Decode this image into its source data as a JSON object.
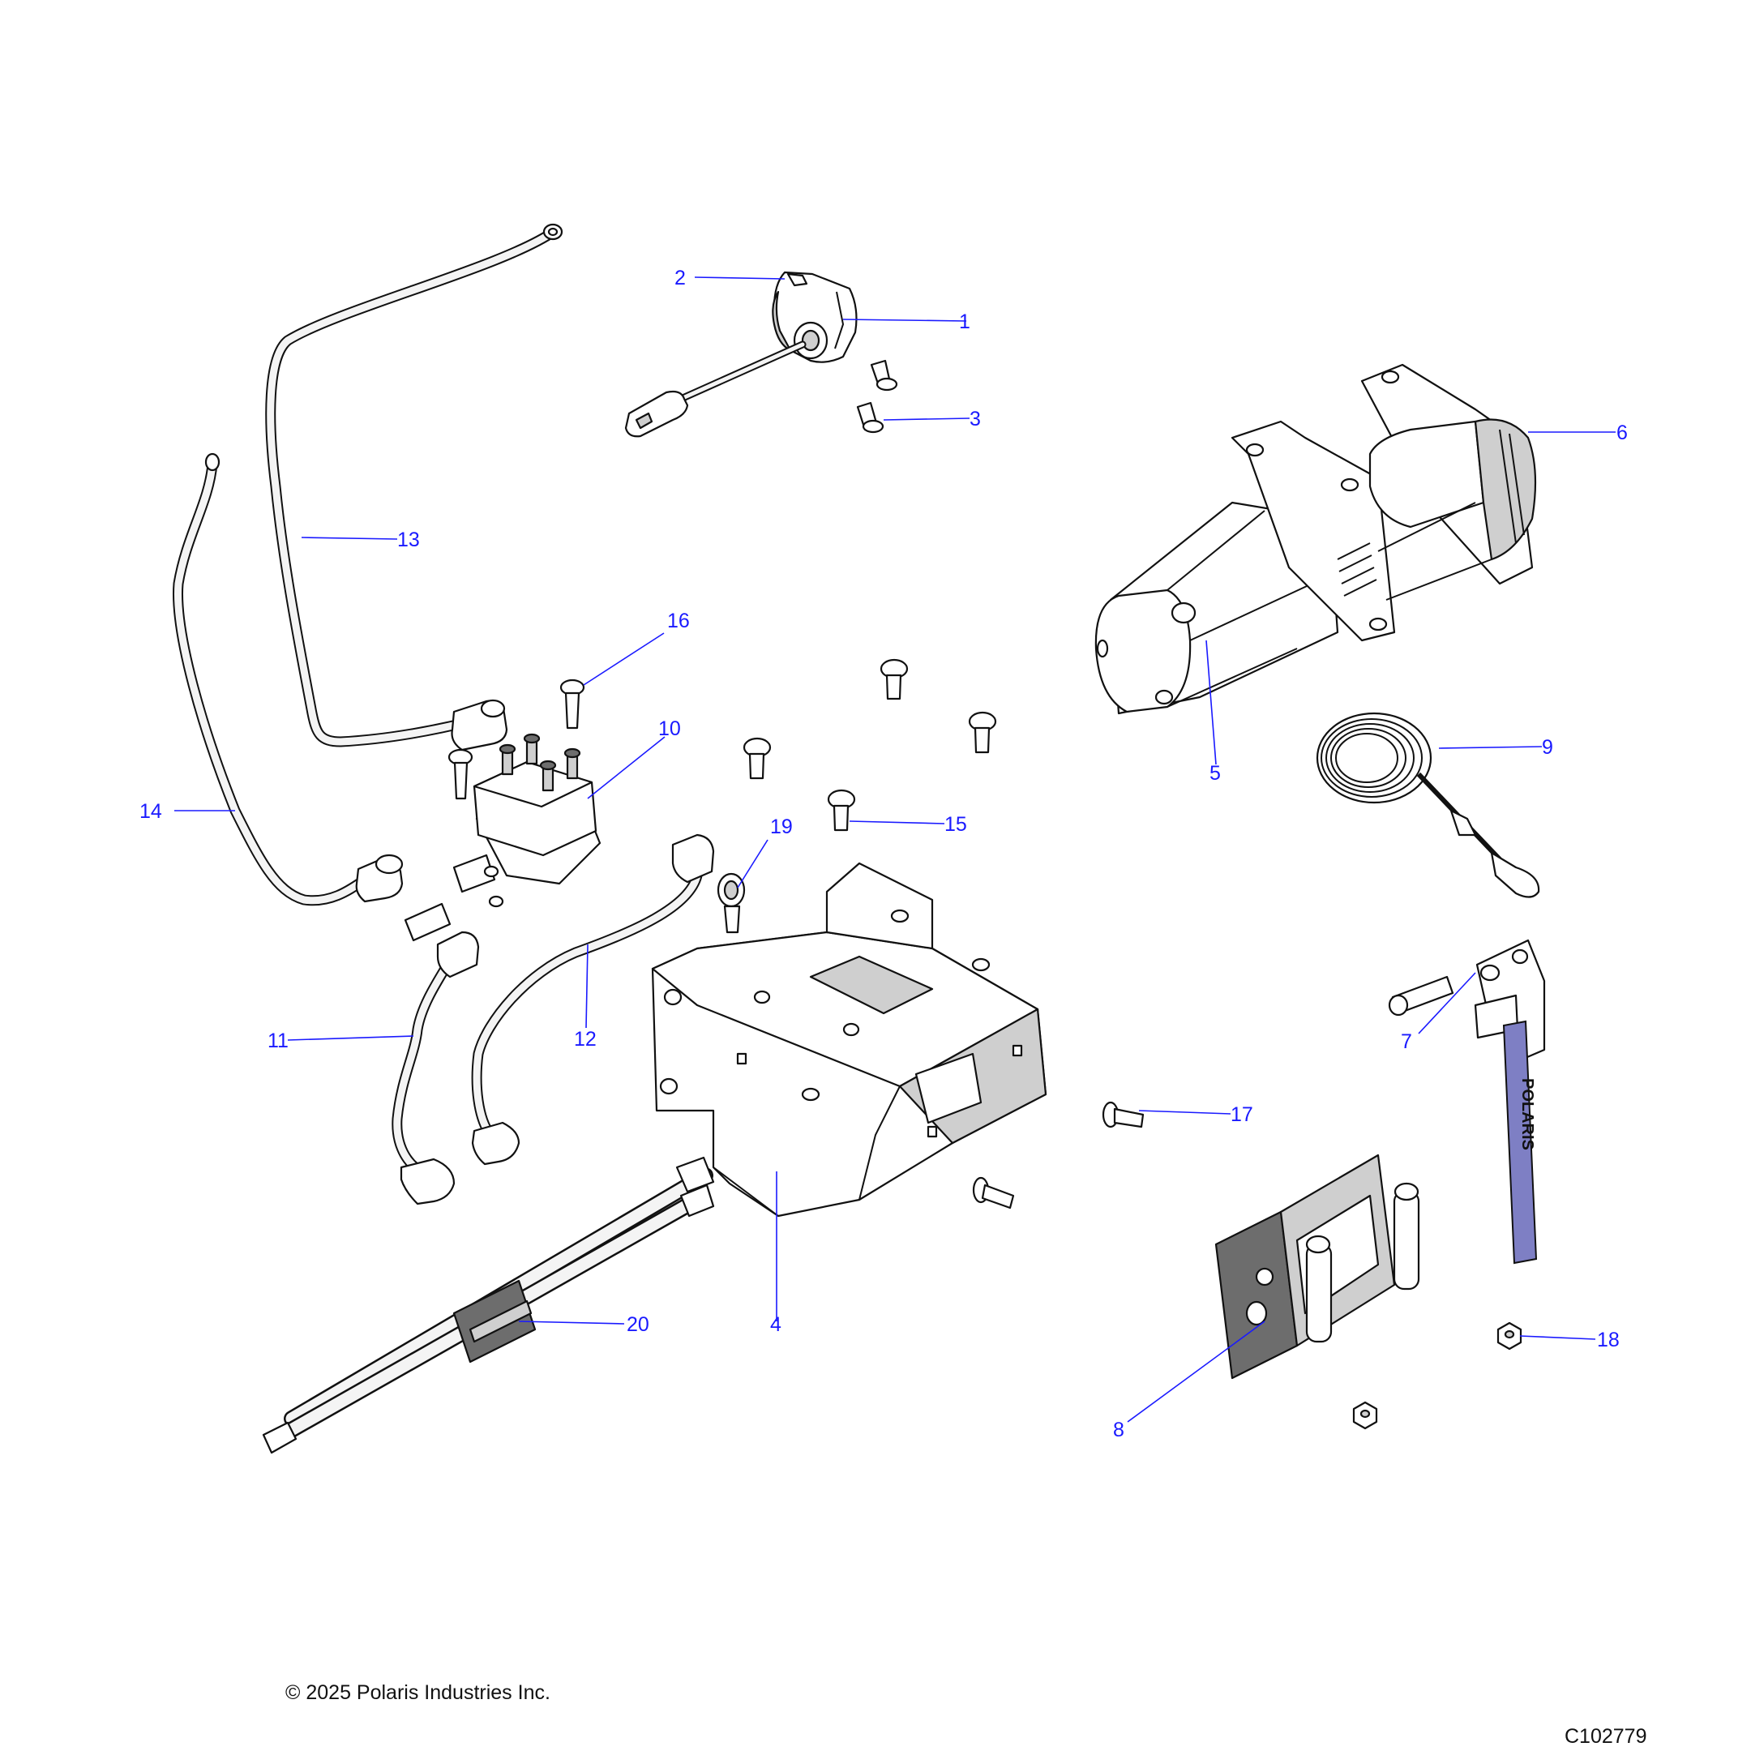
{
  "diagram": {
    "callouts": [
      {
        "id": "1",
        "label": "1"
      },
      {
        "id": "2",
        "label": "2"
      },
      {
        "id": "3",
        "label": "3"
      },
      {
        "id": "4",
        "label": "4"
      },
      {
        "id": "5",
        "label": "5"
      },
      {
        "id": "6",
        "label": "6"
      },
      {
        "id": "7",
        "label": "7"
      },
      {
        "id": "8",
        "label": "8"
      },
      {
        "id": "9",
        "label": "9"
      },
      {
        "id": "10",
        "label": "10"
      },
      {
        "id": "11",
        "label": "11"
      },
      {
        "id": "12",
        "label": "12"
      },
      {
        "id": "13",
        "label": "13"
      },
      {
        "id": "14",
        "label": "14"
      },
      {
        "id": "15",
        "label": "15"
      },
      {
        "id": "16",
        "label": "16"
      },
      {
        "id": "17",
        "label": "17"
      },
      {
        "id": "18",
        "label": "18"
      },
      {
        "id": "19",
        "label": "19"
      },
      {
        "id": "20",
        "label": "20"
      }
    ],
    "strap_text": "POLARIS",
    "colors": {
      "callout": "#1a1aff",
      "strap": "#7e7fc4"
    }
  },
  "footer": {
    "copyright": "© 2025 Polaris Industries Inc.",
    "figure_id": "C102779"
  }
}
